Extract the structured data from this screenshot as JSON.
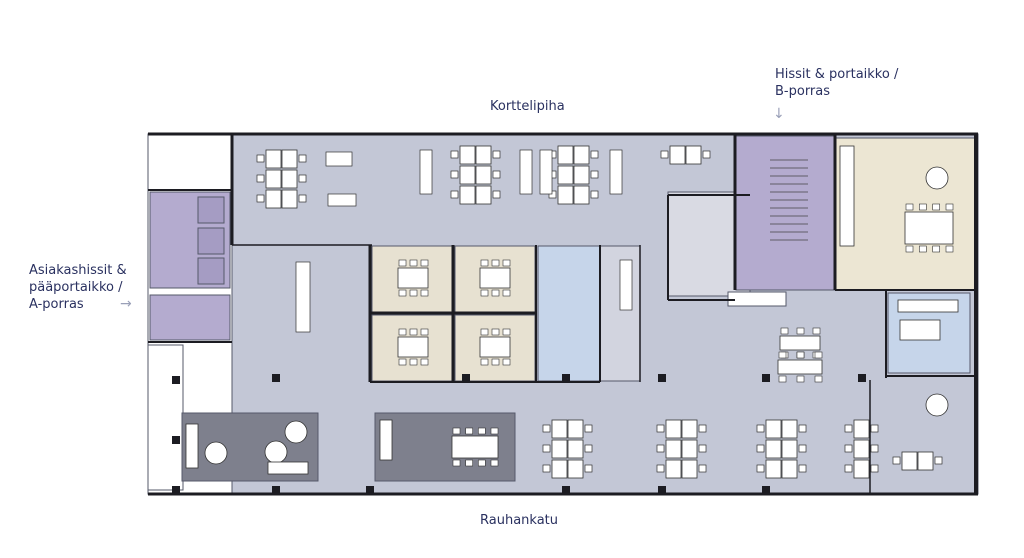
{
  "labels": {
    "courtyard": "Korttelipiha",
    "stairs_b_line1": "Hissit  & portaikko /",
    "stairs_b_line2": "B-porras",
    "stairs_a_line1": "Asiakashissit &",
    "stairs_a_line2": "pääportaikko /",
    "stairs_a_line3": "A-porras",
    "street": "Rauhankatu"
  },
  "colors": {
    "floor": "#c3c7d6",
    "meeting_room": "#e7e1d1",
    "circulation": "#b4abcf",
    "glass_room": "#c6d5ea",
    "lounge": "#7e808d",
    "lounge_light": "#ece6d3",
    "wall": "#1c1c22",
    "text": "#2a3160"
  },
  "icons": {
    "down_arrow": "↓",
    "right_arrow": "→"
  }
}
